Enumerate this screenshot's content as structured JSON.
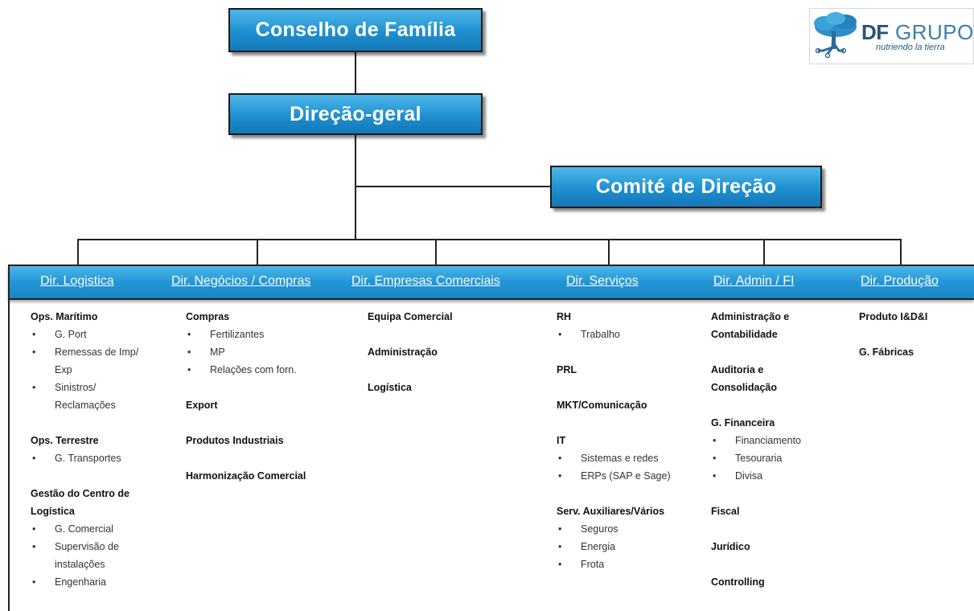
{
  "top": {
    "conselho": "Conselho de Família",
    "direcao": "Direção-geral",
    "comite": "Comité de Direção"
  },
  "logo": {
    "df": "DF",
    "grupo": "GRUPO",
    "tagline": "nutriendo la tierra"
  },
  "departments": [
    {
      "header": "Dir. Logistica",
      "content": [
        {
          "type": "h",
          "text": "Ops. Marítimo"
        },
        {
          "type": "li",
          "text": "G. Port"
        },
        {
          "type": "li",
          "text": "Remessas de Imp/",
          "cont": "Exp"
        },
        {
          "type": "li",
          "text": "Sinistros/",
          "cont": "Reclamações"
        },
        {
          "type": "gap"
        },
        {
          "type": "h",
          "text": "Ops. Terrestre"
        },
        {
          "type": "li",
          "text": "G. Transportes"
        },
        {
          "type": "gap"
        },
        {
          "type": "h",
          "text": "Gestão do Centro de",
          "cont": "Logística"
        },
        {
          "type": "li",
          "text": "G. Comercial"
        },
        {
          "type": "li",
          "text": "Supervisão de",
          "cont": "instalações"
        },
        {
          "type": "li",
          "text": "Engenharia"
        }
      ]
    },
    {
      "header": "Dir. Negócios / Compras",
      "content": [
        {
          "type": "h",
          "text": "Compras"
        },
        {
          "type": "li",
          "text": "Fertilizantes"
        },
        {
          "type": "li",
          "text": "MP"
        },
        {
          "type": "li",
          "text": "Relações com forn."
        },
        {
          "type": "gap"
        },
        {
          "type": "h",
          "text": "Export"
        },
        {
          "type": "gap"
        },
        {
          "type": "h",
          "text": "Produtos Industriais"
        },
        {
          "type": "gap"
        },
        {
          "type": "h",
          "text": "Harmonização Comercial"
        }
      ]
    },
    {
      "header": "Dir. Empresas Comerciais",
      "content": [
        {
          "type": "h",
          "text": "Equipa Comercial"
        },
        {
          "type": "gap"
        },
        {
          "type": "h",
          "text": "Administração"
        },
        {
          "type": "gap"
        },
        {
          "type": "h",
          "text": "Logística"
        }
      ]
    },
    {
      "header": "Dir. Serviços",
      "content": [
        {
          "type": "h",
          "text": "RH"
        },
        {
          "type": "li",
          "text": "Trabalho"
        },
        {
          "type": "gap"
        },
        {
          "type": "h",
          "text": "PRL"
        },
        {
          "type": "gap"
        },
        {
          "type": "h",
          "text": "MKT/Comunicação"
        },
        {
          "type": "gap"
        },
        {
          "type": "h",
          "text": "IT"
        },
        {
          "type": "li",
          "text": "Sistemas e redes"
        },
        {
          "type": "li",
          "text": "ERPs (SAP e Sage)"
        },
        {
          "type": "gap"
        },
        {
          "type": "h",
          "text": "Serv. Auxiliares/Vários"
        },
        {
          "type": "li",
          "text": "Seguros"
        },
        {
          "type": "li",
          "text": "Energia"
        },
        {
          "type": "li",
          "text": "Frota"
        }
      ]
    },
    {
      "header": "Dir. Admin / FI",
      "content": [
        {
          "type": "h",
          "text": "Administração e",
          "cont": "Contabilidade"
        },
        {
          "type": "gap"
        },
        {
          "type": "h",
          "text": "Auditoria e",
          "cont": "Consolidação"
        },
        {
          "type": "gap"
        },
        {
          "type": "h",
          "text": "G. Financeira"
        },
        {
          "type": "li",
          "text": "Financiamento"
        },
        {
          "type": "li",
          "text": "Tesouraria"
        },
        {
          "type": "li",
          "text": "Divisa"
        },
        {
          "type": "gap"
        },
        {
          "type": "h",
          "text": "Fiscal"
        },
        {
          "type": "gap"
        },
        {
          "type": "h",
          "text": "Jurídico"
        },
        {
          "type": "gap"
        },
        {
          "type": "h",
          "text": "Controlling"
        }
      ]
    },
    {
      "header": "Dir. Produção",
      "content": [
        {
          "type": "h",
          "text": "Produto I&D&I"
        },
        {
          "type": "gap"
        },
        {
          "type": "h",
          "text": "G. Fábricas"
        }
      ]
    }
  ]
}
